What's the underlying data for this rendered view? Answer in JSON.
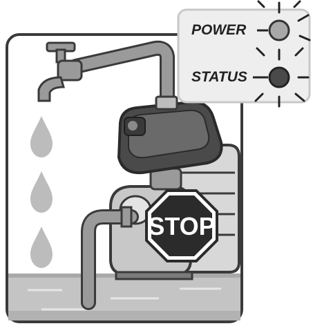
{
  "indicators": {
    "power_label": "POWER",
    "status_label": "STATUS"
  },
  "sign": {
    "text": "STOP"
  },
  "colors": {
    "frame": "#3a3a3a",
    "pipe_fill": "#9a9a9a",
    "pump_body": "#bdbdbd",
    "pump_dark": "#5a5a5a",
    "water": "#b9b9b9",
    "drop": "#bcbcbc",
    "power_led": "#a8a8a8",
    "status_led": "#4a4a4a",
    "panel_bg": "#eeeeee",
    "stop_fill": "#2b2b2b",
    "stop_text": "#ffffff"
  },
  "icons": [
    "faucet-icon",
    "water-drop-icon",
    "pump-icon",
    "stop-sign-icon",
    "led-icon"
  ]
}
